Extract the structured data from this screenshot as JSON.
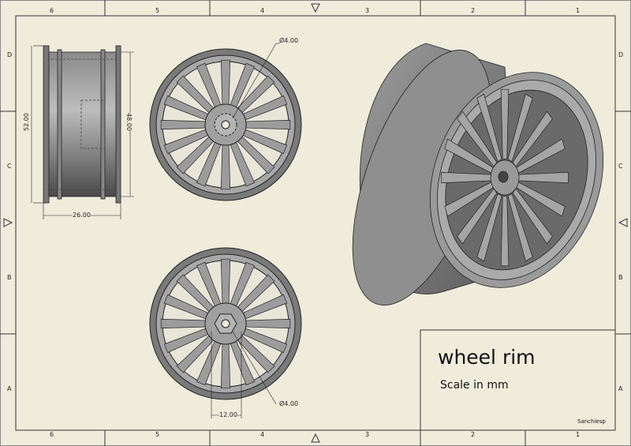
{
  "title_block": {
    "title": "wheel rim",
    "scale_note": "Scale in mm",
    "author": "Sanchiesp"
  },
  "zones": {
    "columns": [
      "6",
      "5",
      "4",
      "3",
      "2",
      "1"
    ],
    "rows": [
      "D",
      "C",
      "B",
      "A"
    ]
  },
  "dimensions": {
    "outer_diameter": "52.00",
    "inner_diameter": "48.00",
    "width": "26.00",
    "hole_top": "Ø4.00",
    "hole_bottom": "Ø4.00",
    "hex_width": "12.00"
  },
  "colors": {
    "background": "#efecdc",
    "line": "#222222",
    "part_fill": "#9a9a9a"
  }
}
